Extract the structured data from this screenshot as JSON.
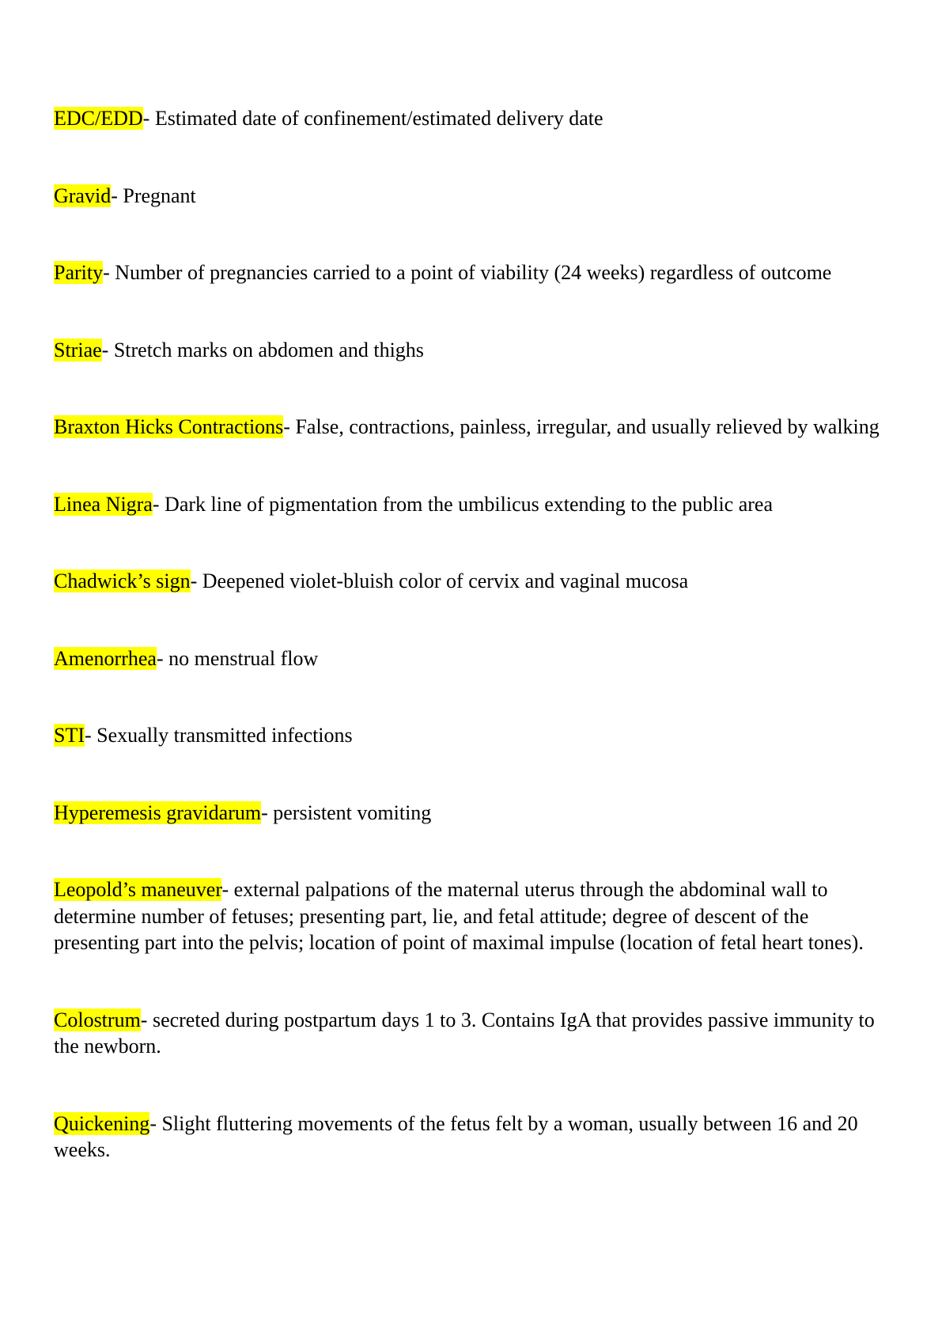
{
  "highlight_color": "#ffff00",
  "entries": [
    {
      "term": "EDC/EDD",
      "definition": "- Estimated date of confinement/estimated delivery date"
    },
    {
      "term": "Gravid",
      "definition": "- Pregnant"
    },
    {
      "term": "Parity",
      "definition": "- Number of pregnancies carried to a point of viability (24 weeks) regardless of outcome"
    },
    {
      "term": "Striae",
      "definition": "- Stretch marks on abdomen and thighs"
    },
    {
      "term": "Braxton Hicks Contractions",
      "definition": "- False, contractions, painless, irregular, and usually relieved by walking"
    },
    {
      "term": "Linea Nigra",
      "definition": "- Dark line of pigmentation from the umbilicus extending to the public area"
    },
    {
      "term": "Chadwick’s sign",
      "definition": "- Deepened violet-bluish color of cervix and vaginal mucosa"
    },
    {
      "term": "Amenorrhea",
      "definition": "- no menstrual flow"
    },
    {
      "term": "STI",
      "definition": "- Sexually transmitted infections"
    },
    {
      "term": "Hyperemesis gravidarum",
      "definition": "- persistent vomiting"
    },
    {
      "term": "Leopold’s maneuver",
      "definition": "- external palpations of the maternal uterus through the abdominal wall to determine number of fetuses; presenting part, lie, and fetal attitude; degree of descent of the presenting part into the pelvis; location of point of maximal impulse (location of fetal heart tones)."
    },
    {
      "term": "Colostrum",
      "definition": "- secreted during postpartum days 1 to 3. Contains IgA that provides passive immunity to the newborn."
    },
    {
      "term": "Quickening",
      "definition": "- Slight fluttering movements of the fetus felt by a woman, usually between 16 and 20 weeks."
    }
  ]
}
